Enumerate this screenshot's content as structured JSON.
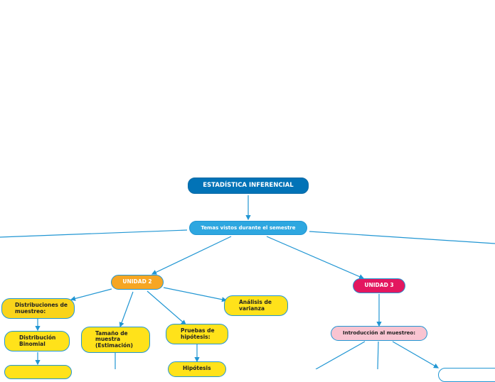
{
  "diagram": {
    "root": "ESTADÍSTICA INFERENCIAL",
    "topics": "Temas vistos durante el semestre",
    "unidad2": {
      "label": "UNIDAD 2",
      "distribuciones": "Distribuciones de muestreo:",
      "binomial": "Distribución Binomial",
      "tamano": "Tamaño de muestra (Estimación)",
      "pruebas": "Pruebas de hipótesis:",
      "hipotesis": "Hipótesis",
      "anova": "Análisis de varianza"
    },
    "unidad3": {
      "label": "UNIDAD 3",
      "intro": "Introducción al muestreo:"
    }
  },
  "colors": {
    "connector": "#2196d3",
    "root": "#0273b7",
    "topics": "#2ea7e0",
    "unidad2": "#f6a623",
    "unidad3": "#e3175f",
    "leaf": "#ffe21a",
    "intro": "#f9c4d1"
  }
}
